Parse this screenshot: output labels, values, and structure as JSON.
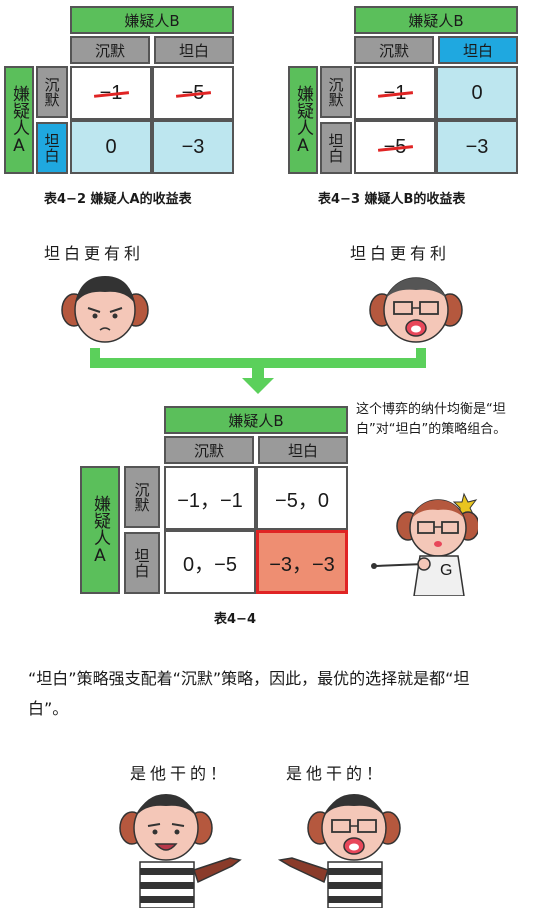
{
  "table_4_2": {
    "header": "嫌疑人B",
    "col_labels": [
      "沉默",
      "坦白"
    ],
    "row_header": "嫌疑人A",
    "row_labels": [
      "沉默",
      "坦白"
    ],
    "cells": [
      "−1",
      "−5",
      "0",
      "−3"
    ],
    "caption": "表4−2 嫌疑人A的收益表"
  },
  "table_4_3": {
    "header": "嫌疑人B",
    "col_labels": [
      "沉默",
      "坦白"
    ],
    "row_header": "嫌疑人A",
    "row_labels": [
      "沉默",
      "坦白"
    ],
    "cells": [
      "−1",
      "0",
      "−5",
      "−3"
    ],
    "caption": "表4−3 嫌疑人B的收益表"
  },
  "speech_left": "坦白更有利",
  "speech_right": "坦白更有利",
  "table_4_4": {
    "header": "嫌疑人B",
    "col_labels": [
      "沉默",
      "坦白"
    ],
    "row_header": "嫌疑人A",
    "row_labels": [
      "沉默",
      "坦白"
    ],
    "cells": [
      "−1，−1",
      "−5，0",
      "0，−5",
      "−3，−3"
    ],
    "caption": "表4−4"
  },
  "nash_note": "这个博弈的纳什均衡是“坦白”对“坦白”的策略组合。",
  "g_badge": "G",
  "conclusion": "“坦白”策略强支配着“沉默”策略，因此，最优的选择就是都“坦白”。",
  "blame_left": "是他干的！",
  "blame_right": "是他干的！",
  "colors": {
    "header_green": "#5bbf5b",
    "label_gray": "#9a9a9a",
    "highlight_blue": "#1fa8e0",
    "cell_light_blue": "#bde6ef",
    "equilibrium_fill": "#ee8e72",
    "strike_red": "#e02424",
    "arrow_green": "#5bd05b"
  }
}
